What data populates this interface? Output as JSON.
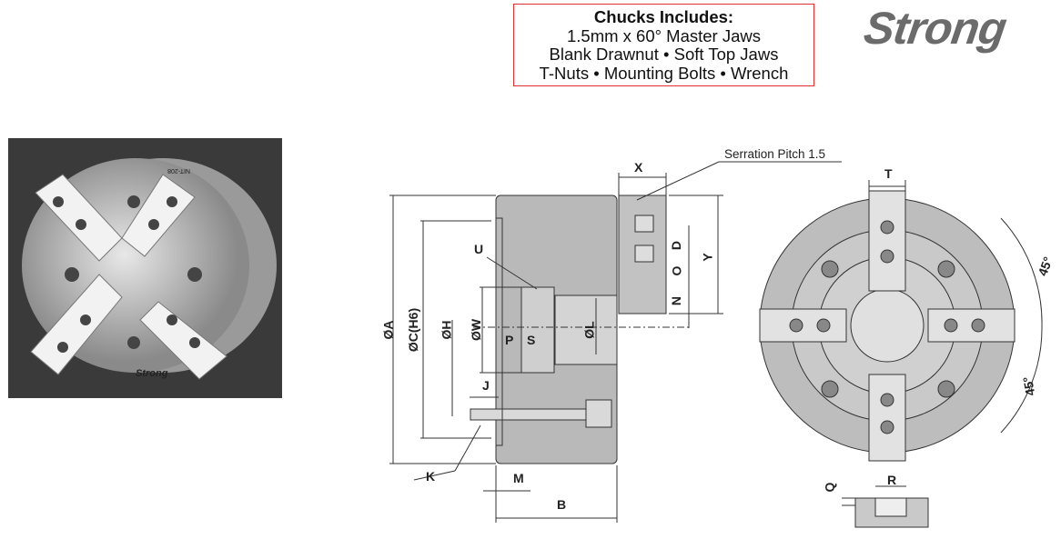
{
  "includes": {
    "title": "Chucks Includes:",
    "lines": [
      "1.5mm x 60° Master Jaws",
      "Blank Drawnut  • Soft Top Jaws",
      "T-Nuts •  Mounting Bolts  • Wrench"
    ]
  },
  "logo": "Strong",
  "photo": {
    "jaw_marking": "NIT-208",
    "brand_marking": "Strong"
  },
  "side_view": {
    "serration_label": "Serration Pitch 1.5",
    "labels": {
      "X": "X",
      "D": "D",
      "O": "O",
      "N": "N",
      "Y": "Y",
      "U": "U",
      "A": "ØA",
      "C": "ØC(H6)",
      "H": "ØH",
      "W": "ØW",
      "L": "ØL",
      "P": "P",
      "S": "S",
      "J": "J",
      "K": "K",
      "M": "M",
      "B": "B"
    }
  },
  "front_view": {
    "labels": {
      "T": "T",
      "angle1": "45°",
      "angle2": "45°",
      "Q": "Q",
      "R": "R"
    }
  }
}
